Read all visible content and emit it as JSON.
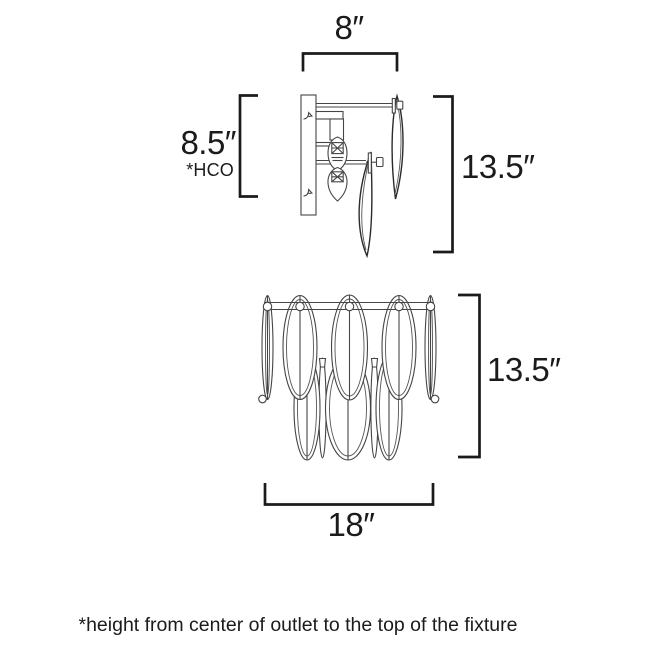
{
  "ink_color": "#1b1b1b",
  "side_view": {
    "width_label": "8″",
    "outlet_height_label": "8.5″",
    "outlet_height_note": "*HCO",
    "fixture_height_label": "13.5″"
  },
  "front_view": {
    "fixture_height_label": "13.5″",
    "width_label": "18″"
  },
  "footnote": "*height from center of outlet to the top of the fixture"
}
